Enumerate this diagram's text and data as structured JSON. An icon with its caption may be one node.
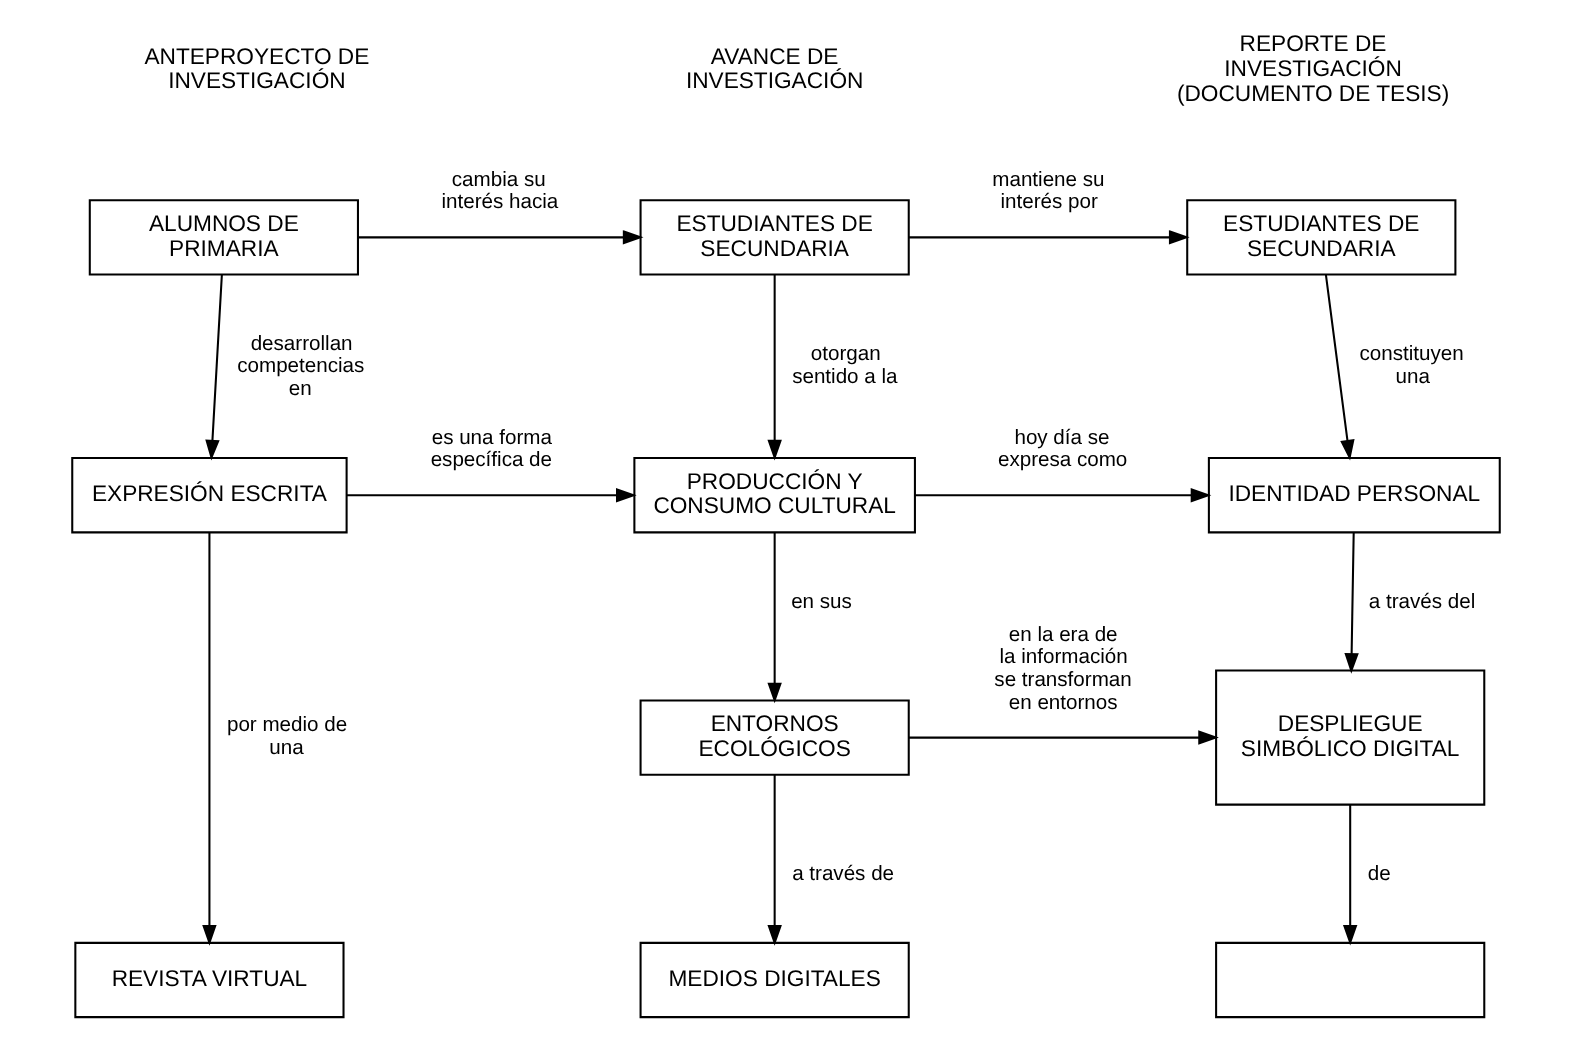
{
  "diagram": {
    "nodes": [
      {
        "text": [
          "ALUMNOS DE PRIMARIA"
        ]
      },
      {
        "text": [
          "ESTUDIANTES DE SECUNDARIA"
        ]
      },
      {
        "text": [
          "ESTUDIANTES DE SECUNDARIA"
        ]
      },
      {
        "text": [
          "EXPRESIÓN ESCRITA"
        ]
      },
      {
        "text": [
          "PRODUCCIÓN Y CONSUMO CULTURAL"
        ]
      },
      {
        "text": [
          "IDENTIDAD PERSONAL"
        ]
      },
      {
        "text": [
          "ENTORNOS ECOLÓGICOS"
        ]
      },
      {
        "text": [
          "DESPLIEGUE SIMBÓLICO DIGITAL"
        ]
      },
      {
        "text": [
          "REVISTA VIRTUAL"
        ]
      },
      {
        "text": [
          "MEDIOS DIGITALES"
        ]
      },
      {
        "text": [],
        "shape": "box"
      }
    ],
    "edges": [
      {
        "from": 0,
        "to": 1,
        "arrow": "to",
        "label": "cambia su interés hacia"
      },
      {
        "from": 1,
        "to": 2,
        "arrow": "to",
        "label": "mantiene su interés por"
      },
      {
        "from": 0,
        "to": 3,
        "arrow": "to",
        "label": "desarrollan competencias en"
      },
      {
        "from": 1,
        "to": 4,
        "arrow": "to",
        "label": "otorgan sentido a la"
      },
      {
        "from": 2,
        "to": 5,
        "arrow": "to",
        "label": "constituyen una"
      },
      {
        "from": 3,
        "to": 4,
        "arrow": "to",
        "label": "es una forma específica de"
      },
      {
        "from": 4,
        "to": 5,
        "arrow": "to",
        "label": "hoy día se expresa como"
      },
      {
        "from": 4,
        "to": 6,
        "arrow": "to",
        "label": "en sus"
      },
      {
        "from": 5,
        "to": 7,
        "arrow": "to",
        "label": "a través del"
      },
      {
        "from": 3,
        "to": 8,
        "arrow": "to",
        "label": "por medio de una"
      },
      {
        "from": 6,
        "to": 7,
        "arrow": "to",
        "label": "en la era de la información se transforman en entornos"
      },
      {
        "from": 6,
        "to": 9,
        "arrow": "to",
        "label": "a través de"
      },
      {
        "from": 7,
        "to": 10,
        "arrow": "to",
        "label": "de"
      }
    ],
    "labels": [
      "ANTEPROYECTO DE INVESTIGACIÓN",
      "AVANCE DE INVESTIGACIÓN",
      "REPORTE DE INVESTIGACIÓN (DOCUMENTO DE TESIS)"
    ]
  }
}
